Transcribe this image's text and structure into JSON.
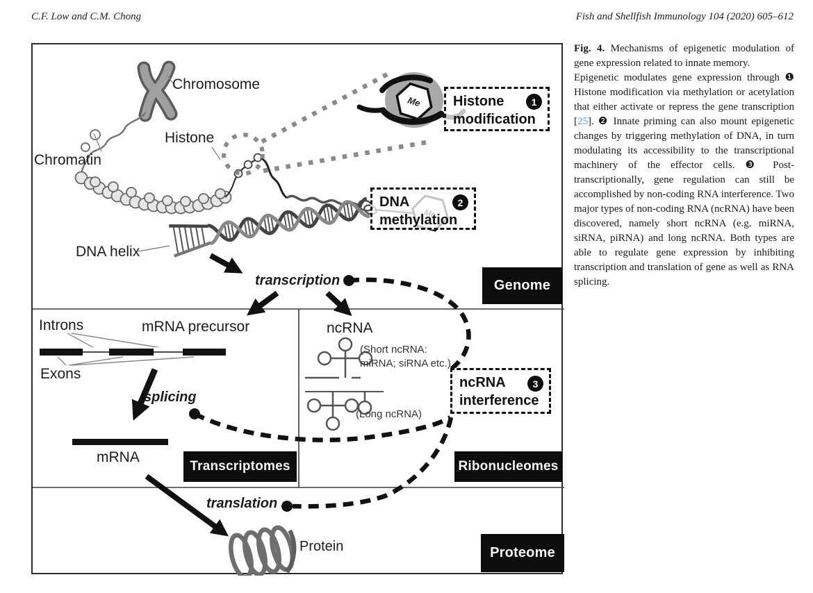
{
  "page": {
    "header_left": "C.F. Low and C.M. Chong",
    "header_right": "Fish and Shellfish Immunology 104 (2020) 605–612"
  },
  "figure": {
    "labels": {
      "chromosome": "Chromosome",
      "histone": "Histone",
      "chromatin": "Chromatin",
      "dna_helix": "DNA helix",
      "transcription": "transcription",
      "introns": "Introns",
      "mrna_precursor": "mRNA precursor",
      "exons": "Exons",
      "splicing": "splicing",
      "mrna": "mRNA",
      "ncrna": "ncRNA",
      "short_ncrna_line1": "(Short ncRNA:",
      "short_ncrna_line2": "miRNA; siRNA etc.)",
      "long_ncrna": "(Long ncRNA)",
      "translation": "translation",
      "protein": "Protein",
      "me": "Me"
    },
    "callouts": [
      {
        "title_line1": "Histone",
        "title_line2": "modification",
        "number": "1"
      },
      {
        "title_line1": "DNA",
        "title_line2": "methylation",
        "number": "2"
      },
      {
        "title_line1": "ncRNA",
        "title_line2": "interference",
        "number": "3"
      }
    ],
    "section_tags": {
      "genome": "Genome",
      "transcriptomes": "Transcriptomes",
      "ribonucleomes": "Ribonucleomes",
      "proteome": "Proteome"
    }
  },
  "caption": {
    "fig_label": "Fig. 4.",
    "title_rest": "Mechanisms of epigenetic modulation of gene expression related to innate memory.",
    "body_part1": "Epigenetic modulates gene expression through ❶ Histone modification via methylation or acetylation that either activate or repress the gene transcription [",
    "ref": "25",
    "body_part2": "]. ❷ Innate priming can also mount epigenetic changes by triggering methylation of DNA, in turn modulating its accessibility to the transcriptional machinery of the effector cells. ❸ Post-transcriptionally, gene regulation can still be accomplished by non-coding RNA interference. Two major types of non-coding RNA (ncRNA) have been discovered, namely short ncRNA (e.g. miRNA, siRNA, piRNA) and long ncRNA. Both types are able to regulate gene expression by inhibiting transcription and translation of gene as well as RNA splicing."
  },
  "colors": {
    "reference_link": "#5b9ec9",
    "tag_background": "#0d0d0d"
  }
}
